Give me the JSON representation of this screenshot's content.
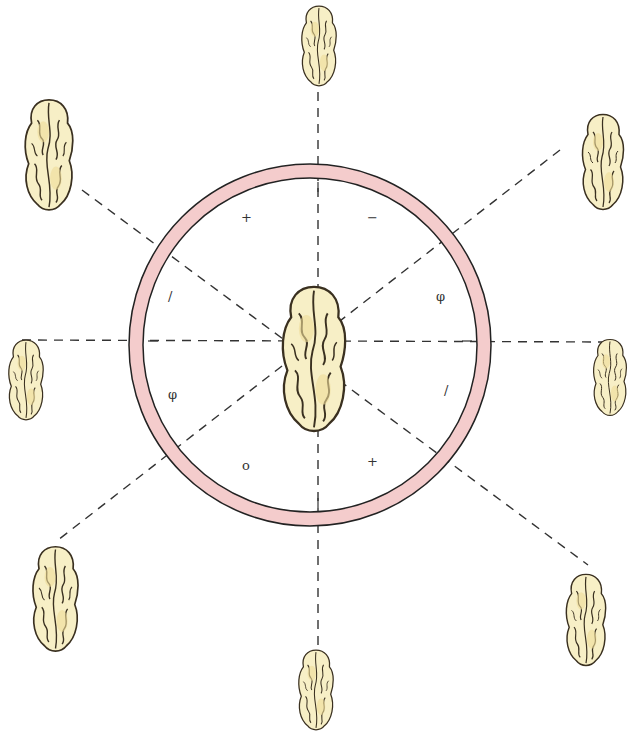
{
  "diagram": {
    "labels": [
      "+",
      "−",
      "φ",
      "/",
      "+",
      "o",
      "φ",
      "/"
    ]
  }
}
